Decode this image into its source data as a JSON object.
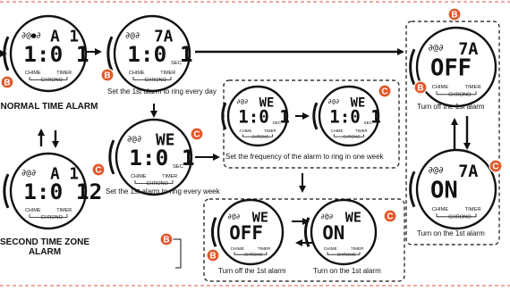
{
  "colors": {
    "badge": "#e2582b",
    "ink": "#111111",
    "dash": "#d8573a",
    "bg": "#ffffff"
  },
  "faces": [
    {
      "id": "f1",
      "top": "∂@●∂",
      "mid": "A 1",
      "main": "1:0 1",
      "sec": "",
      "labels": [
        "CHIME",
        "TIMER",
        "CHRONO"
      ]
    },
    {
      "id": "f2",
      "top": "∂@∂",
      "mid": "7A",
      "main": "1:0 1",
      "sec": "SEC",
      "labels": [
        "CHIME",
        "TIMER",
        "CHRONO"
      ]
    },
    {
      "id": "f3",
      "top": "∂@∂",
      "mid": "WE",
      "main": "1:0 1",
      "sec": "SEC",
      "labels": [
        "CHIME",
        "TIMER",
        "CHRONO"
      ]
    },
    {
      "id": "f4",
      "top": "∂@∂",
      "mid": "A 1",
      "main": "1:0 12",
      "sec": "",
      "labels": [
        "CHIME",
        "TIMER",
        "CHRONO"
      ]
    },
    {
      "id": "f5",
      "top": "∂@∂",
      "mid": "WE",
      "main": "1:0 1",
      "sec": "SEC",
      "labels": [
        "CHIME",
        "TIMER",
        "CHRONO"
      ]
    },
    {
      "id": "f6",
      "top": "∂@∂",
      "mid": "WE",
      "main": "1:0 1",
      "sec": "SEC",
      "labels": [
        "CHIME",
        "TIMER",
        "CHRONO"
      ]
    },
    {
      "id": "f7",
      "top": "∂@∂",
      "mid": "7A",
      "main": "OFF",
      "sec": "",
      "labels": [
        "CHIME",
        "TIMER",
        "CHRONO"
      ]
    },
    {
      "id": "f8",
      "top": "∂@∂",
      "mid": "WE",
      "main": "OFF",
      "sec": "",
      "labels": [
        "CHIME",
        "TIMER",
        "CHRONO"
      ]
    },
    {
      "id": "f9",
      "top": "∂@∂",
      "mid": "WE",
      "main": "ON",
      "sec": "",
      "labels": [
        "CHIME",
        "TIMER",
        "CHRONO"
      ]
    },
    {
      "id": "f10",
      "top": "∂@∂",
      "mid": "7A",
      "main": "ON",
      "sec": "",
      "labels": [
        "CHIME",
        "TIMER",
        "CHRONO"
      ]
    }
  ],
  "badges": {
    "b": "B",
    "c": "C"
  },
  "captions": {
    "normal_time_alarm": "NORMAL TIME ALARM",
    "set_1st_every_day": "Set the 1st alarm to ring every day",
    "set_frequency": "Set the frequency of the alarm to ring in one week",
    "set_1st_every_week": "Set the 1st alarm to ring every week",
    "second_time_zone": "SECOND TIME ZONE",
    "alarm": "ALARM",
    "turn_off_1st": "Turn off the 1st alarm",
    "turn_on_1st": "Turn on the 1st alarm",
    "turn_off_1st_b": "Turn off the 1st alarm",
    "turn_on_1st_b": "Turn on the 1st alarm",
    "turn_off_1st_right": "Turn off the 1st alarm",
    "turn_on_1st_right": "Turn on the 1st alarm"
  }
}
